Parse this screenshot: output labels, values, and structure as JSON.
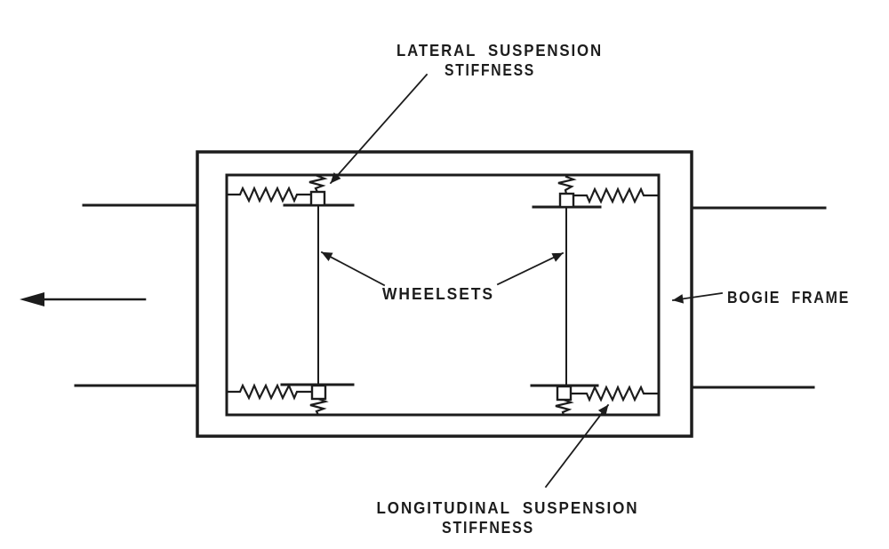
{
  "figure": {
    "kind": "bogie-plan-view-schematic",
    "labels": {
      "lateral_suspension": {
        "line1": "LATERAL SUSPENSION",
        "line2": "STIFFNESS"
      },
      "wheelsets": "WHEELSETS",
      "bogie_frame": "BOGIE FRAME",
      "longitudinal_suspension": {
        "line1": "LONGITUDINAL SUSPENSION",
        "line2": "STIFFNESS"
      }
    },
    "colors": {
      "ink": "#1c1c1c",
      "background": "#ffffff"
    }
  }
}
